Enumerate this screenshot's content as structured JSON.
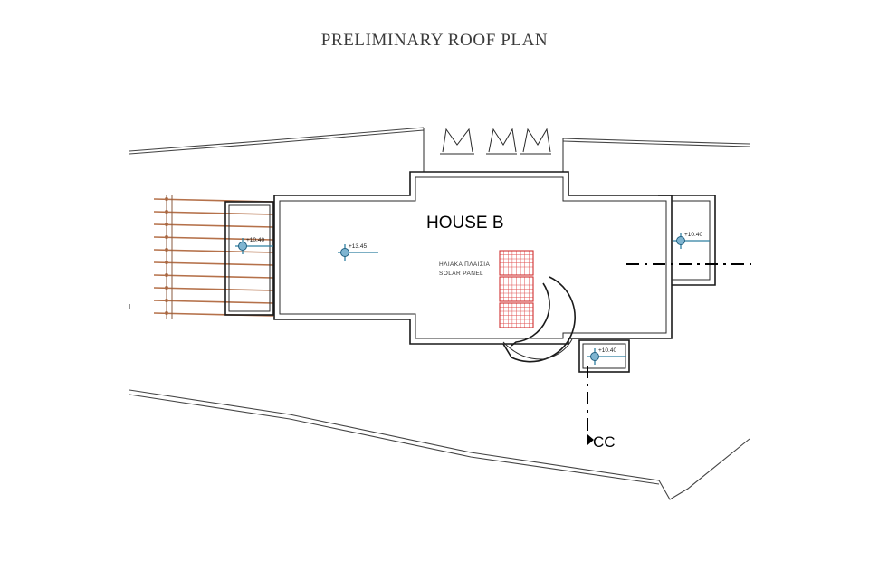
{
  "title": "PRELIMINARY ROOF PLAN",
  "house_label": "HOUSE B",
  "solar_panel": {
    "label_greek": "ΗΛΙΑΚΑ ΠΛΑΙΣΙΑ",
    "label_english": "SOLAR  PANEL",
    "color": "#e05050"
  },
  "levels": [
    {
      "id": "pergola-terrace",
      "value": "+10.40"
    },
    {
      "id": "main-roof",
      "value": "+13.45"
    },
    {
      "id": "right-terrace",
      "value": "+10.40"
    },
    {
      "id": "bottom-terrace",
      "value": "+10.40"
    }
  ],
  "section_marker": "CC",
  "colors": {
    "pergola": "#b5714a",
    "level_marker": "#2f7fa0",
    "solar": "#d03030"
  }
}
